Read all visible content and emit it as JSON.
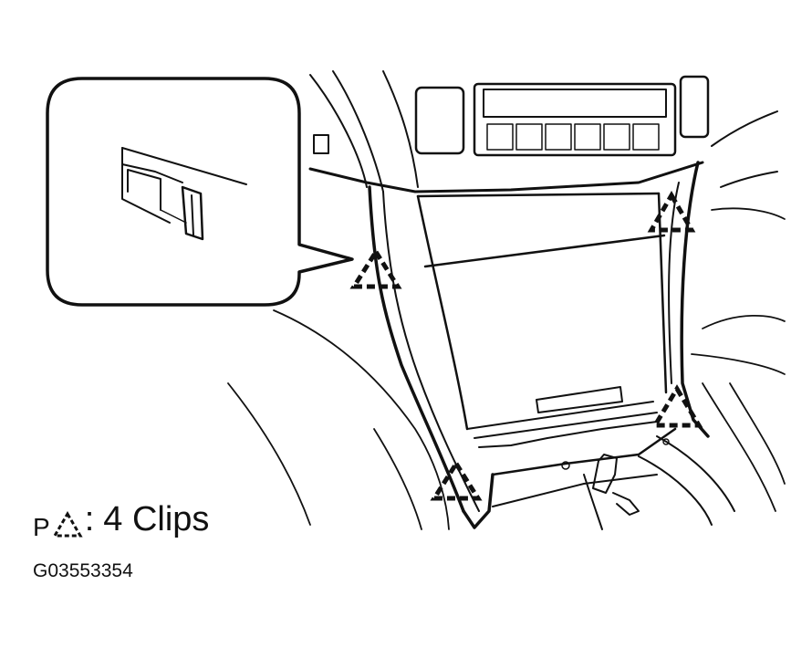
{
  "legend": {
    "prefix": "P",
    "symbol": "clip-triangle-icon",
    "colon": ":",
    "text": "4 Clips"
  },
  "figure_id": "G03553354",
  "clip_count": 4
}
